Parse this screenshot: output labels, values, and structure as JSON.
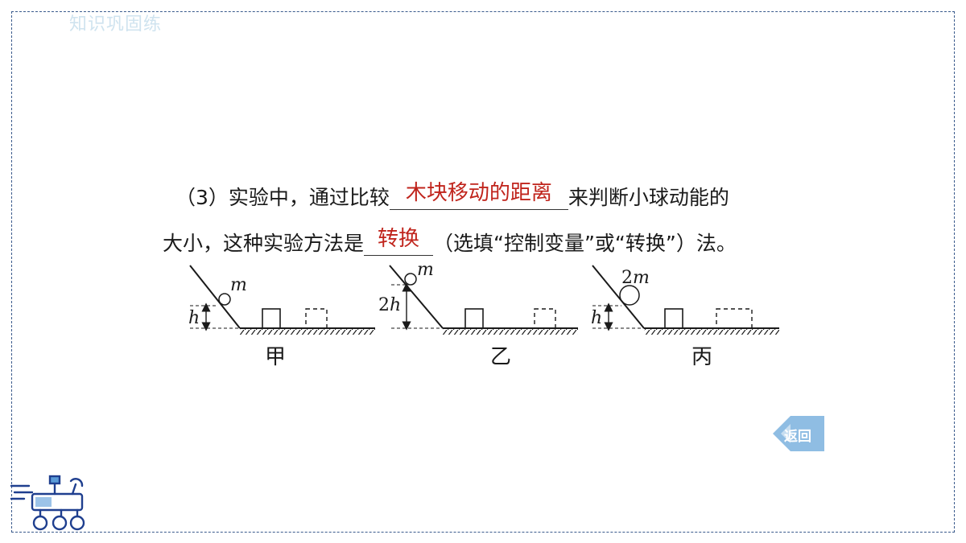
{
  "section_title": "知识巩固练",
  "question": {
    "line1_prefix": "（3）实验中，通过比较",
    "line1_suffix": "来判断小球动能的",
    "answer1": "木块移动的距离",
    "line2_prefix": "大小，这种实验方法是",
    "answer2": "转换",
    "line2_suffix": "（选填“控制变量”或“转换”）法。"
  },
  "figures": [
    {
      "label": "甲",
      "ball_label": "m",
      "height_label": "h"
    },
    {
      "label": "乙",
      "ball_label": "m",
      "height_label": "2h"
    },
    {
      "label": "丙",
      "ball_label": "2m",
      "height_label": "h"
    }
  ],
  "back_button": {
    "label": "返回",
    "icon": "back-arrow-icon"
  },
  "colors": {
    "answer": "#c0241c",
    "frame": "#3a5a8c",
    "back_button": "#8fbde3",
    "title": "#cfe3ef"
  }
}
